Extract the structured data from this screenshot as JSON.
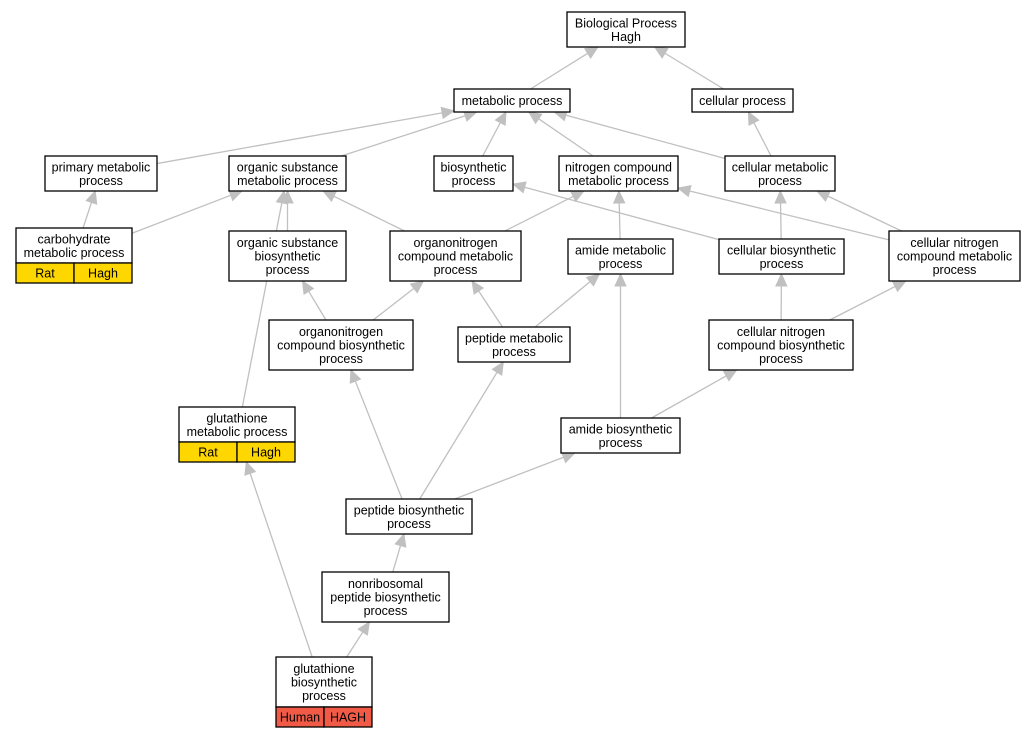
{
  "graph": {
    "nodes": [
      {
        "id": "bp",
        "lines": [
          "Biological Process",
          "Hagh"
        ]
      },
      {
        "id": "metabolic",
        "lines": [
          "metabolic process"
        ]
      },
      {
        "id": "cellular",
        "lines": [
          "cellular process"
        ]
      },
      {
        "id": "primary",
        "lines": [
          "primary metabolic",
          "process"
        ]
      },
      {
        "id": "organic",
        "lines": [
          "organic substance",
          "metabolic process"
        ]
      },
      {
        "id": "biosynthetic",
        "lines": [
          "biosynthetic",
          "process"
        ]
      },
      {
        "id": "nitrogen",
        "lines": [
          "nitrogen compound",
          "metabolic process"
        ]
      },
      {
        "id": "cellmeta",
        "lines": [
          "cellular metabolic",
          "process"
        ]
      },
      {
        "id": "carbo",
        "lines": [
          "carbohydrate",
          "metabolic process"
        ],
        "cells": [
          {
            "label": "Rat",
            "color": "#ffd700"
          },
          {
            "label": "Hagh",
            "color": "#ffd700"
          }
        ]
      },
      {
        "id": "orgbio",
        "lines": [
          "organic substance",
          "biosynthetic",
          "process"
        ]
      },
      {
        "id": "orgnit",
        "lines": [
          "organonitrogen",
          "compound metabolic",
          "process"
        ]
      },
      {
        "id": "amidemeta",
        "lines": [
          "amide metabolic",
          "process"
        ]
      },
      {
        "id": "cellbio",
        "lines": [
          "cellular biosynthetic",
          "process"
        ]
      },
      {
        "id": "cellnit",
        "lines": [
          "cellular nitrogen",
          "compound metabolic",
          "process"
        ]
      },
      {
        "id": "orgnitbio",
        "lines": [
          "organonitrogen",
          "compound biosynthetic",
          "process"
        ]
      },
      {
        "id": "peptmeta",
        "lines": [
          "peptide metabolic",
          "process"
        ]
      },
      {
        "id": "cellnitbio",
        "lines": [
          "cellular nitrogen",
          "compound biosynthetic",
          "process"
        ]
      },
      {
        "id": "glutmeta",
        "lines": [
          "glutathione",
          "metabolic process"
        ],
        "cells": [
          {
            "label": "Rat",
            "color": "#ffd700"
          },
          {
            "label": "Hagh",
            "color": "#ffd700"
          }
        ]
      },
      {
        "id": "amidebio",
        "lines": [
          "amide biosynthetic",
          "process"
        ]
      },
      {
        "id": "peptbio",
        "lines": [
          "peptide biosynthetic",
          "process"
        ]
      },
      {
        "id": "nonribo",
        "lines": [
          "nonribosomal",
          "peptide biosynthetic",
          "process"
        ]
      },
      {
        "id": "glutbio",
        "lines": [
          "glutathione",
          "biosynthetic",
          "process"
        ],
        "cells": [
          {
            "label": "Human",
            "color": "#f05a46"
          },
          {
            "label": "HAGH",
            "color": "#f05a46"
          }
        ]
      }
    ],
    "edges": [
      [
        "metabolic",
        "bp"
      ],
      [
        "cellular",
        "bp"
      ],
      [
        "primary",
        "metabolic"
      ],
      [
        "organic",
        "metabolic"
      ],
      [
        "biosynthetic",
        "metabolic"
      ],
      [
        "nitrogen",
        "metabolic"
      ],
      [
        "cellmeta",
        "metabolic"
      ],
      [
        "cellmeta",
        "cellular"
      ],
      [
        "carbo",
        "primary"
      ],
      [
        "carbo",
        "organic"
      ],
      [
        "orgbio",
        "organic"
      ],
      [
        "orgnit",
        "organic"
      ],
      [
        "orgnit",
        "nitrogen"
      ],
      [
        "amidemeta",
        "nitrogen"
      ],
      [
        "cellbio",
        "biosynthetic"
      ],
      [
        "cellbio",
        "cellmeta"
      ],
      [
        "cellnit",
        "nitrogen"
      ],
      [
        "cellnit",
        "cellmeta"
      ],
      [
        "orgnitbio",
        "orgbio"
      ],
      [
        "orgnitbio",
        "orgnit"
      ],
      [
        "peptmeta",
        "orgnit"
      ],
      [
        "peptmeta",
        "amidemeta"
      ],
      [
        "cellnitbio",
        "cellbio"
      ],
      [
        "cellnitbio",
        "cellnit"
      ],
      [
        "glutmeta",
        "organic"
      ],
      [
        "amidebio",
        "amidemeta"
      ],
      [
        "amidebio",
        "cellnitbio"
      ],
      [
        "peptbio",
        "orgnitbio"
      ],
      [
        "peptbio",
        "peptmeta"
      ],
      [
        "peptbio",
        "amidebio"
      ],
      [
        "nonribo",
        "peptbio"
      ],
      [
        "glutbio",
        "nonribo"
      ],
      [
        "glutbio",
        "glutmeta"
      ]
    ]
  }
}
